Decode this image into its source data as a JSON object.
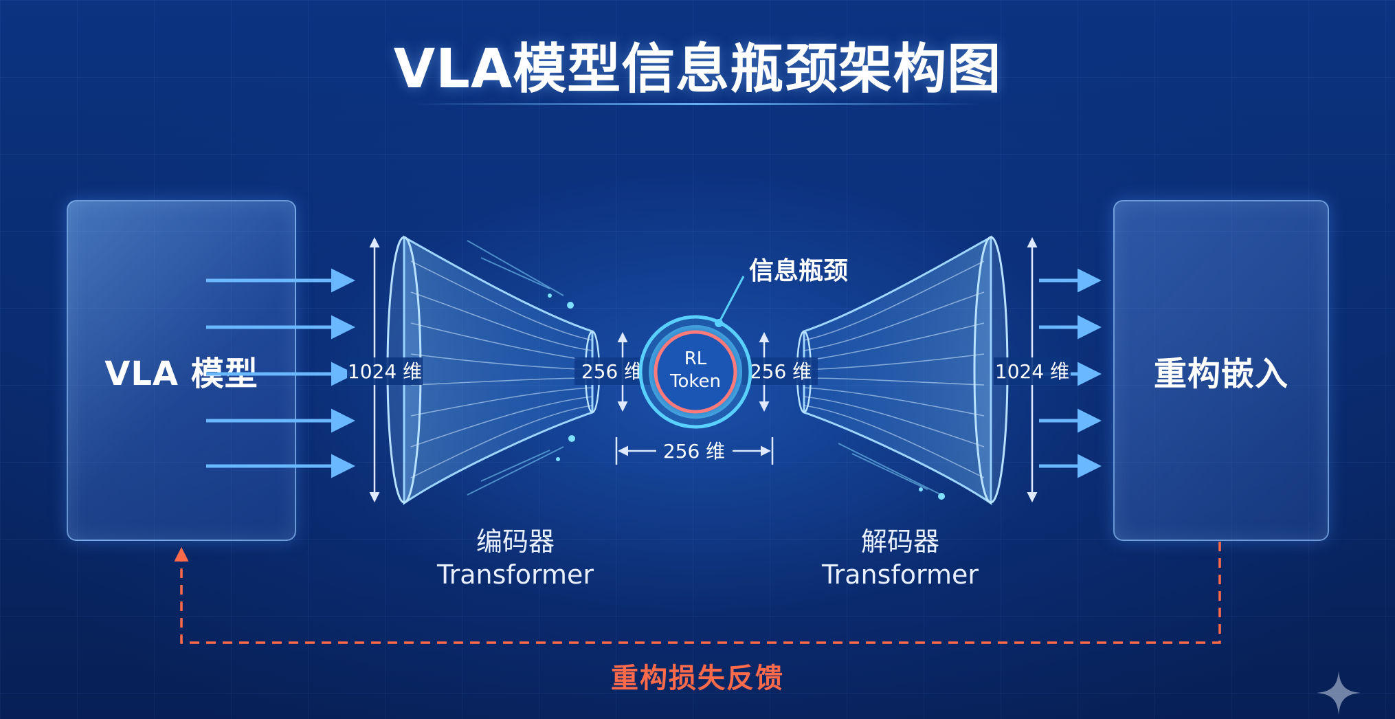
{
  "title": "VLA模型信息瓶颈架构图",
  "left_panel": {
    "label": "VLA 模型"
  },
  "right_panel": {
    "label": "重构嵌入"
  },
  "encoder": {
    "name": "编码器",
    "type": "Transformer"
  },
  "decoder": {
    "name": "解码器",
    "type": "Transformer"
  },
  "token": {
    "line1": "RL",
    "line2": "Token"
  },
  "bottleneck_label": "信息瓶颈",
  "dims": {
    "encoder_in": "1024 维",
    "encoder_out": "256 维",
    "decoder_in": "256 维",
    "decoder_out": "1024 维",
    "token": "256 维"
  },
  "feedback": {
    "label": "重构损失反馈"
  },
  "colors": {
    "accent_cyan": "#5ad0ff",
    "feedback_red": "#ff6b4a",
    "token_ring": "#ff7a7a",
    "arrow_blue": "#6ab8ff"
  },
  "icons": {
    "watermark": "sparkle-icon"
  }
}
